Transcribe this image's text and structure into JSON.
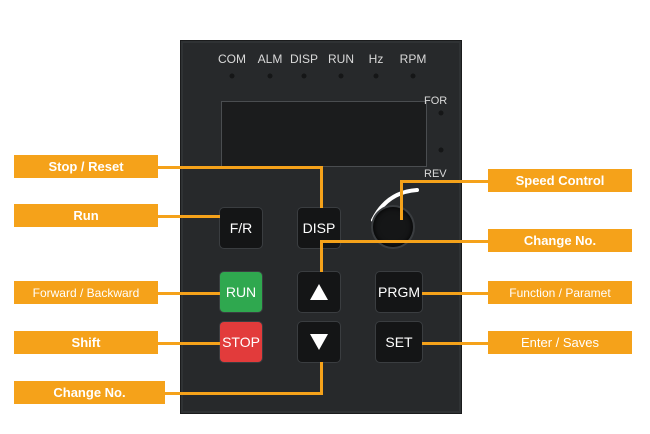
{
  "indicators": [
    {
      "label": "COM"
    },
    {
      "label": "ALM"
    },
    {
      "label": "DISP"
    },
    {
      "label": "RUN"
    },
    {
      "label": "Hz"
    },
    {
      "label": "RPM"
    }
  ],
  "display": {
    "for_label": "FOR",
    "rev_label": "REV"
  },
  "keys": {
    "fr": "F/R",
    "disp": "DISP",
    "run": "RUN",
    "prgm": "PRGM",
    "stop": "STOP",
    "set": "SET"
  },
  "callouts": {
    "stop_reset": "Stop / Reset",
    "run": "Run",
    "forward_backward": "Forward / Backward",
    "shift": "Shift",
    "change_no_bottom": "Change No.",
    "speed_control": "Speed Control",
    "change_no_top": "Change No.",
    "function_param": "Function / Paramet",
    "enter_saves": "Enter / Saves"
  },
  "colors": {
    "callout": "#f5a21a",
    "run_key": "#2fa84f",
    "stop_key": "#e23b3b",
    "panel": "#27292b"
  }
}
